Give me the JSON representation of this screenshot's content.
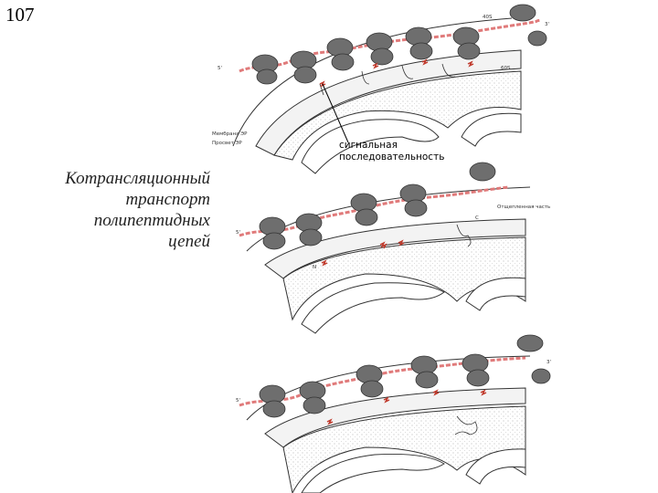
{
  "slide_number": "107",
  "title_lines": [
    "Котрансляционный",
    "транспорт",
    "полипептидных",
    "цепей"
  ],
  "callout": {
    "lines": [
      "сигнальная",
      "последовательность"
    ]
  },
  "panel_labels": {
    "membrane": "Мембрана ЭР",
    "lumen": "Просвет ЭР",
    "cleaved": "Отщепленная часть",
    "sub_40s": "40S",
    "sub_60s": "60S",
    "end_5": "5'",
    "end_3": "3'",
    "n_term": "N",
    "c_term": "C"
  },
  "colors": {
    "mrna": "#e07a7a",
    "signal": "#c0392b",
    "ribosome": "#6e6e6e",
    "membrane": "#333333",
    "lumen": "#efefef"
  }
}
